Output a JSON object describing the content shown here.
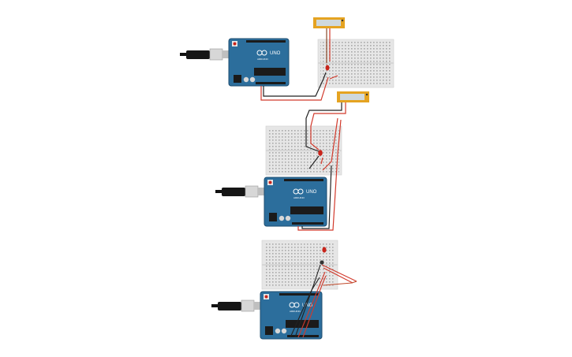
{
  "workspace": {
    "background": "#ffffff"
  },
  "circuits": [
    {
      "id": "circuit-1",
      "board_label": "UNO",
      "brand_text": "ARDUINO"
    },
    {
      "id": "circuit-2",
      "board_label": "UNO",
      "brand_text": "ARDUINO"
    },
    {
      "id": "circuit-3",
      "board_label": "UNO",
      "brand_text": "ARDUINO"
    }
  ],
  "colors": {
    "arduino_blue": "#2c6e9c",
    "arduino_dark": "#1f4f72",
    "breadboard": "#e6e6e6",
    "wire_red": "#d23a2c",
    "wire_black": "#222222",
    "led_red": "#c8241b",
    "sensor_yellow": "#e5a321",
    "sensor_screen": "#cfd8dc"
  },
  "icons": {
    "usb": "usb-cable-icon",
    "led": "led-icon",
    "sensor": "sensor-module-icon"
  }
}
